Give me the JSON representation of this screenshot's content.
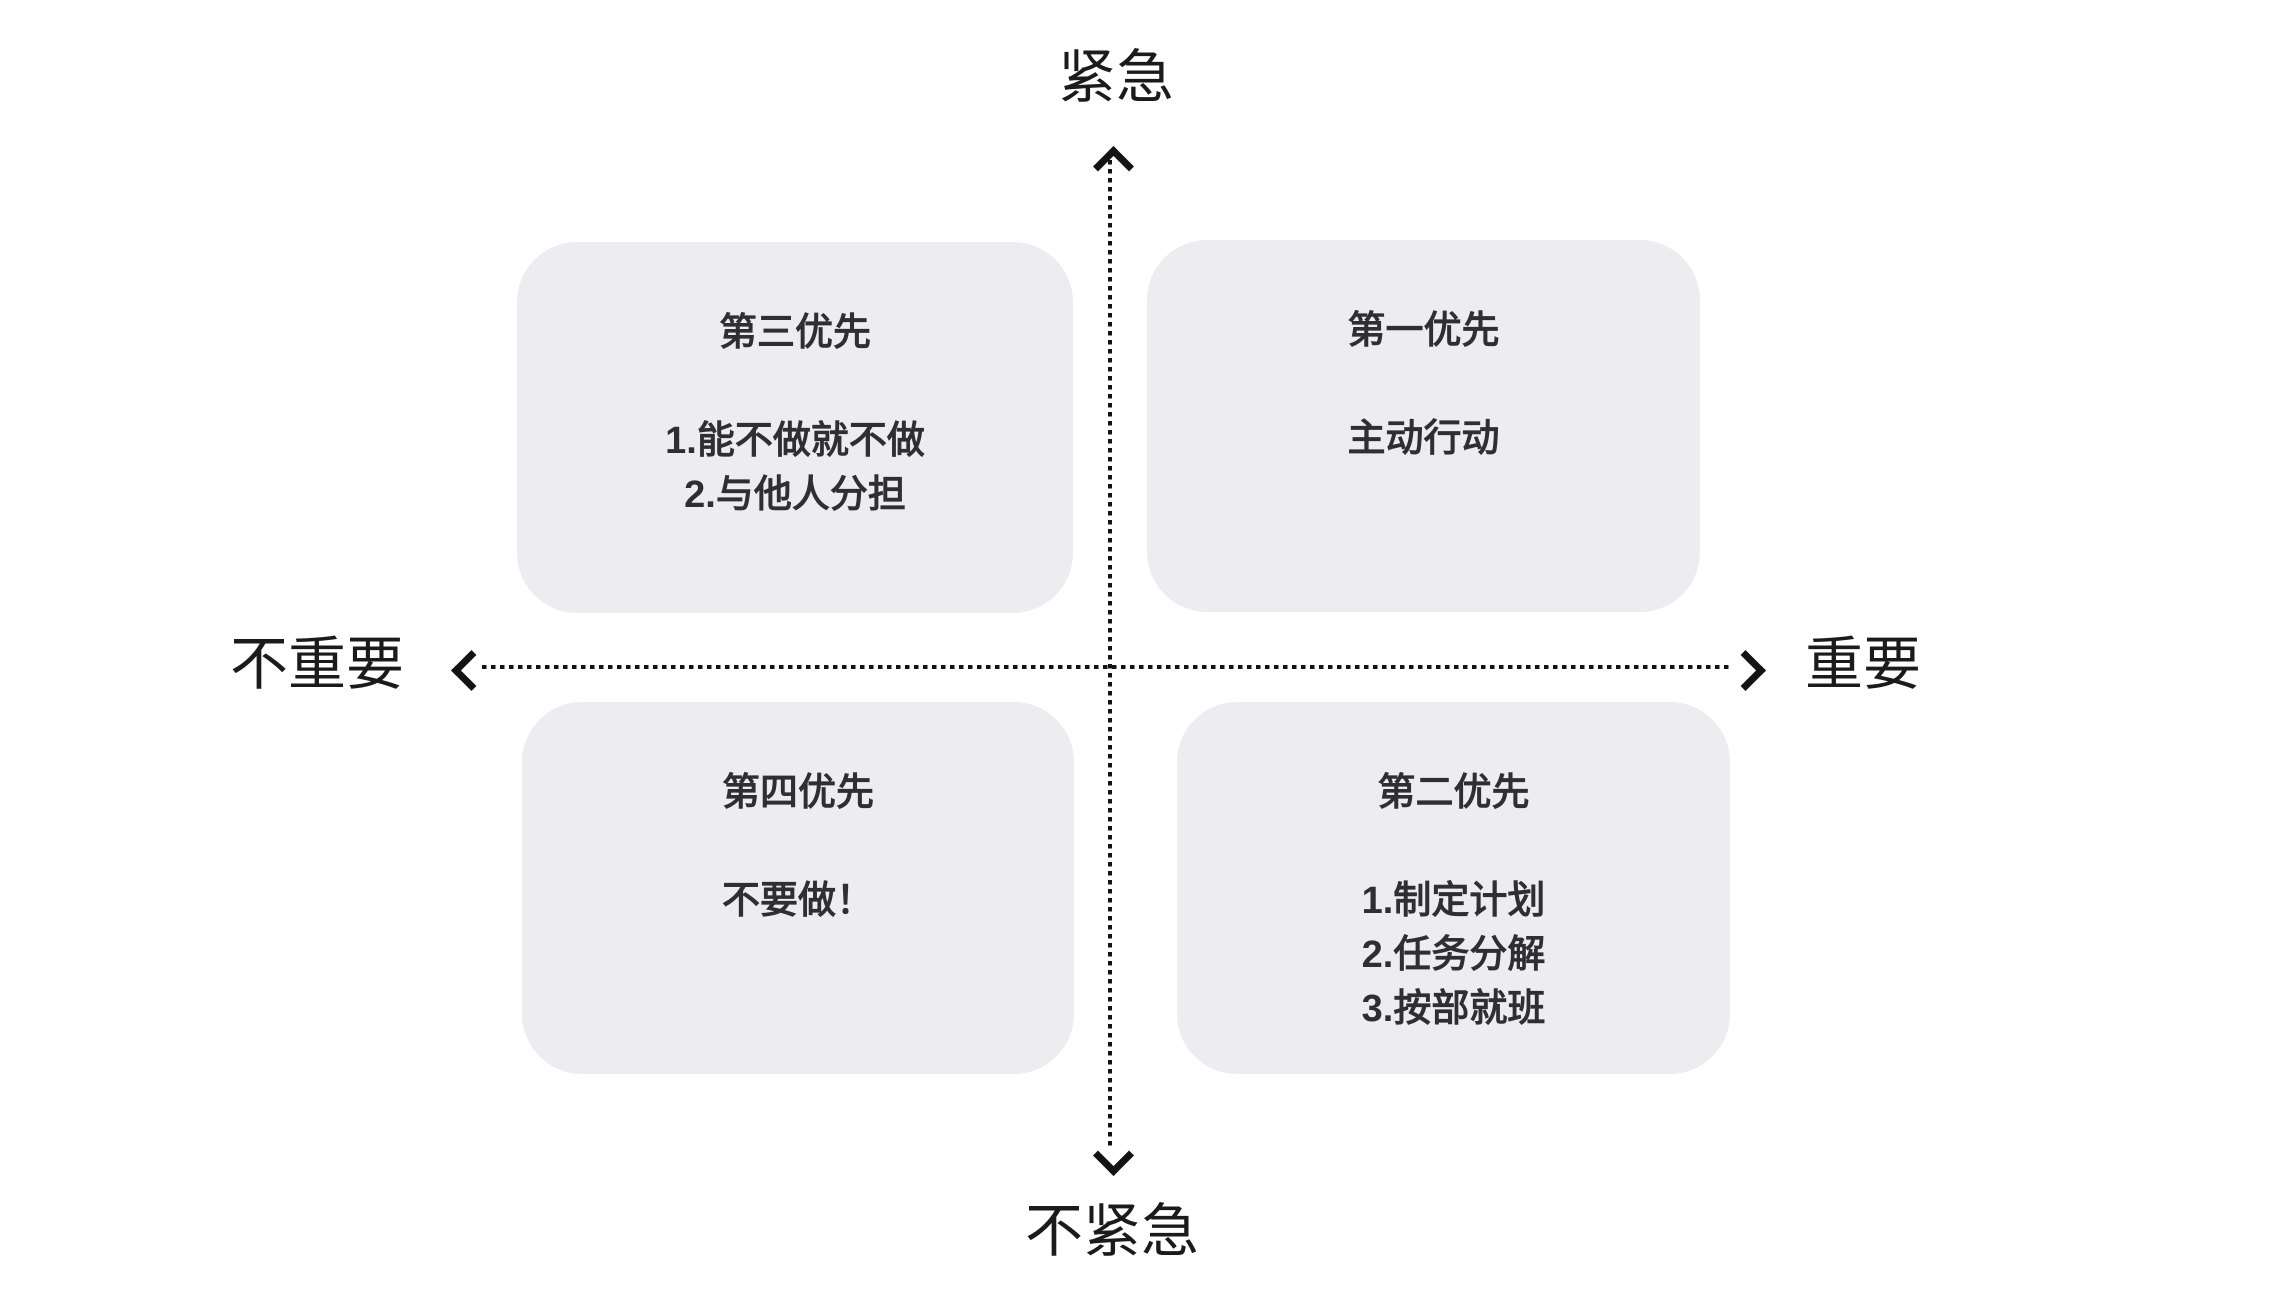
{
  "diagram": {
    "type": "quadrant-matrix",
    "axis_labels": {
      "top": "紧急",
      "bottom": "不紧急",
      "left": "不重要",
      "right": "重要"
    },
    "quadrants": {
      "q1": {
        "position": "top-right",
        "title": "第一优先",
        "lines": [
          "主动行动"
        ]
      },
      "q2": {
        "position": "bottom-right",
        "title": "第二优先",
        "lines": [
          "1.制定计划",
          "2.任务分解",
          "3.按部就班"
        ]
      },
      "q3": {
        "position": "top-left",
        "title": "第三优先",
        "lines": [
          "1.能不做就不做",
          "2.与他人分担"
        ]
      },
      "q4": {
        "position": "bottom-left",
        "title": "第四优先",
        "lines": [
          "不要做！"
        ]
      }
    },
    "colors": {
      "background": "#FFFFFF",
      "quadrant_bg": "#ECECF1",
      "quadrant_text": "#2E2E33",
      "axis": "#131313",
      "axis_label_text": "#1B1B1D"
    }
  }
}
